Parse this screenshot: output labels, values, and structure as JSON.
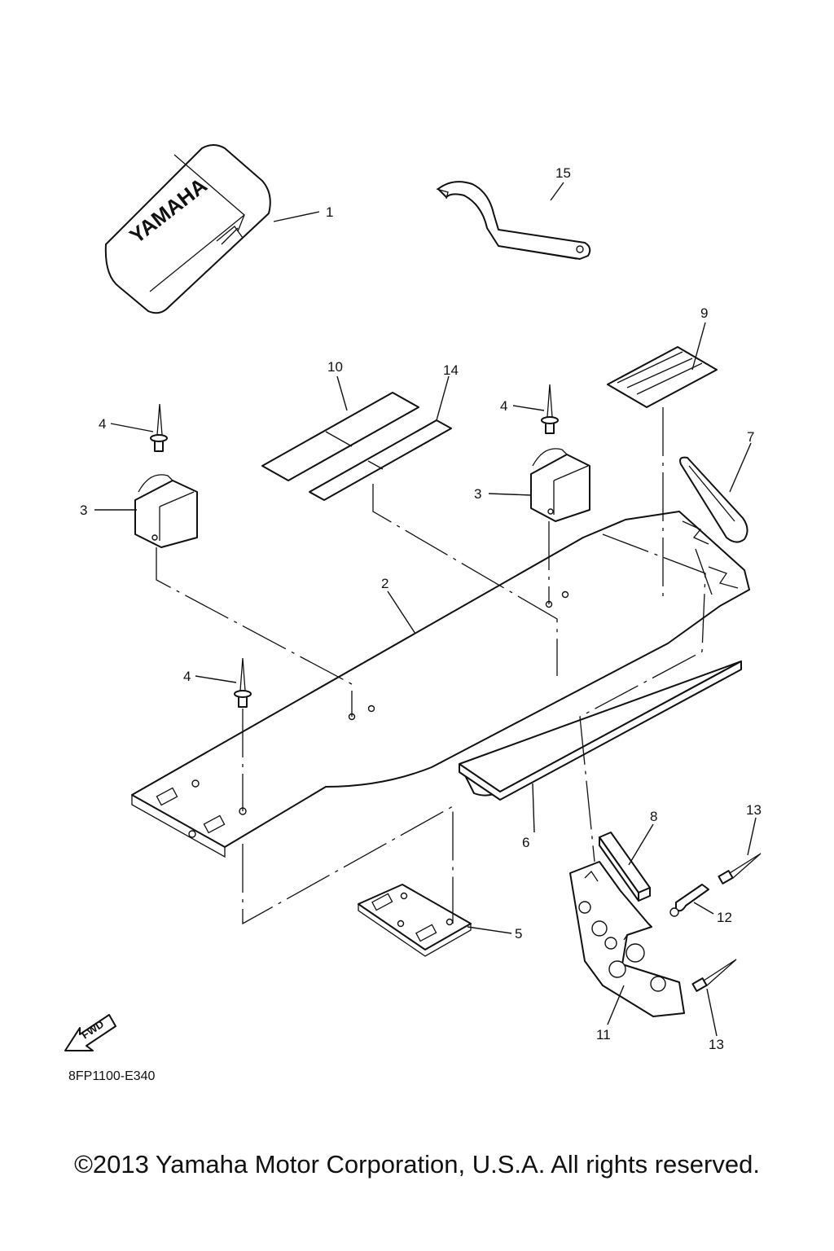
{
  "callouts": [
    "1",
    "2",
    "3",
    "3",
    "4",
    "4",
    "4",
    "5",
    "6",
    "7",
    "8",
    "9",
    "10",
    "11",
    "12",
    "13",
    "13",
    "14",
    "15"
  ],
  "case_brand": "YAMAHA",
  "fwd_label": "FWD",
  "diagram_ref": "8FP1100-E340",
  "copyright": "©2013 Yamaha Motor Corporation, U.S.A. All rights reserved."
}
